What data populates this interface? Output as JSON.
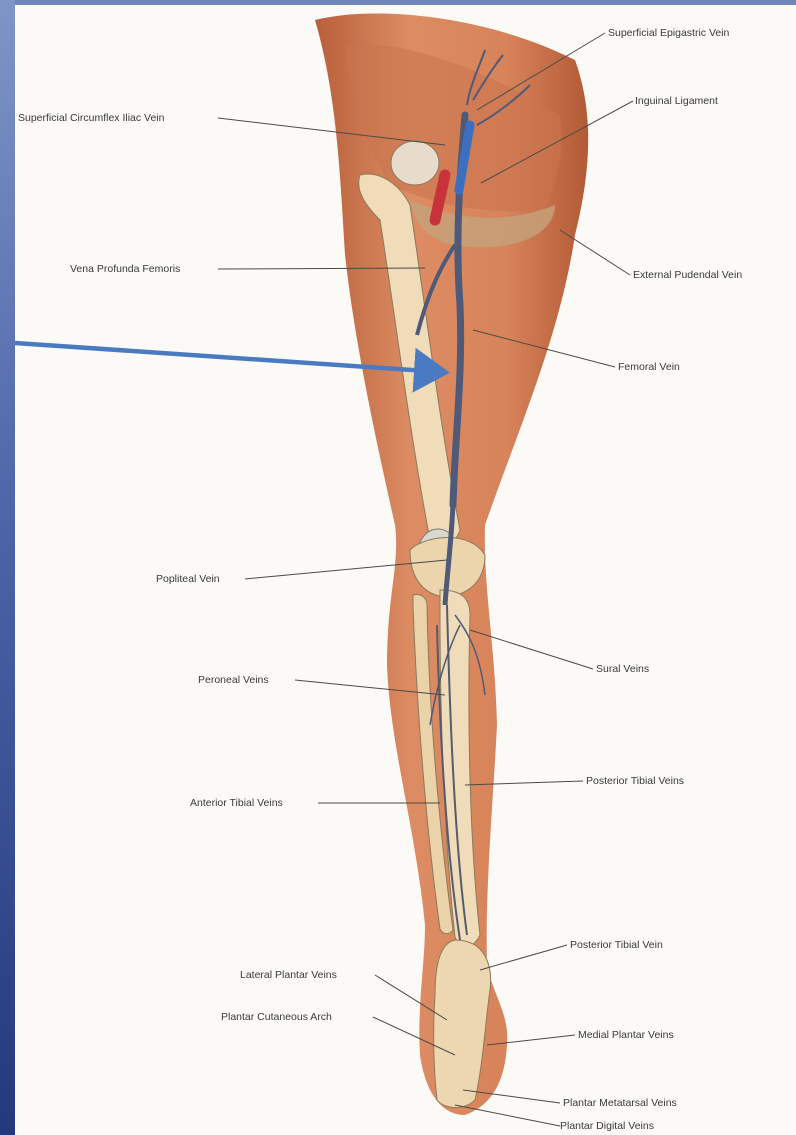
{
  "figure": {
    "labels": {
      "superficial_epigastric_vein": "Superficial Epigastric Vein",
      "inguinal_ligament": "Inguinal Ligament",
      "superficial_circumflex_iliac_vein": "Superficial Circumflex Iliac Vein",
      "vena_profunda_femoris": "Vena Profunda Femoris",
      "external_pudendal_vein": "External Pudendal Vein",
      "femoral_vein": "Femoral Vein",
      "popliteal_vein": "Popliteal Vein",
      "sural_veins": "Sural Veins",
      "peroneal_veins": "Peroneal Veins",
      "posterior_tibial_veins": "Posterior Tibial Veins",
      "anterior_tibial_veins": "Anterior Tibial Veins",
      "posterior_tibial_vein": "Posterior Tibial Vein",
      "lateral_plantar_veins": "Lateral Plantar Veins",
      "medial_plantar_veins": "Medial Plantar Veins",
      "plantar_cutaneous_arch": "Plantar Cutaneous Arch",
      "plantar_metatarsal_veins": "Plantar Metatarsal Veins",
      "plantar_digital_veins": "Plantar Digital Veins"
    },
    "colors": {
      "skin": "#d9855c",
      "skin_shadow": "#b8603b",
      "bone": "#f0dcb8",
      "vein": "#4e5a78",
      "vein_blue": "#3d6fc0",
      "artery_red": "#c8323a",
      "arrow": "#4a7bc0",
      "sidebar": "#4c66a8"
    }
  }
}
